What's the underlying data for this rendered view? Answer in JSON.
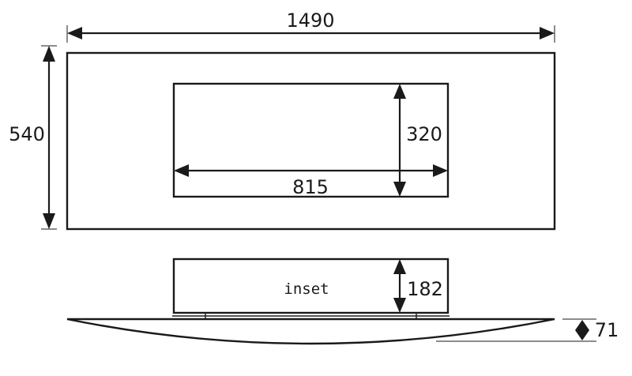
{
  "dimensions": {
    "overall_width": "1490",
    "overall_height": "540",
    "opening_height": "320",
    "opening_width": "815",
    "inset_height": "182",
    "base_thickness": "71"
  },
  "labels": {
    "inset": "inset"
  }
}
